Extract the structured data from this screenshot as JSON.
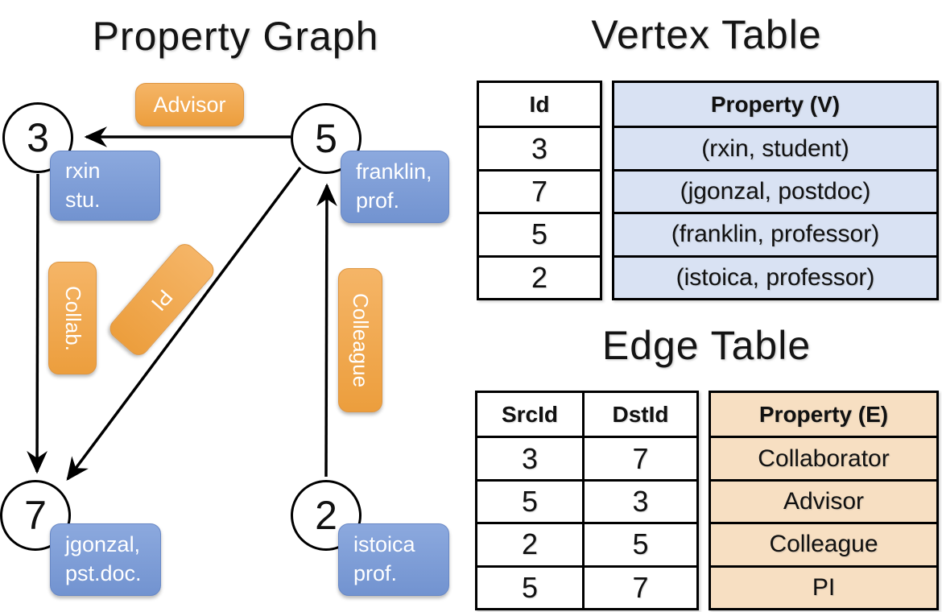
{
  "titles": {
    "property_graph": "Property Graph",
    "vertex_table": "Vertex Table",
    "edge_table": "Edge Table"
  },
  "graph": {
    "nodes": [
      {
        "id": "3",
        "label_line1": "rxin",
        "label_line2": "stu."
      },
      {
        "id": "5",
        "label_line1": "franklin,",
        "label_line2": "prof."
      },
      {
        "id": "7",
        "label_line1": "jgonzal,",
        "label_line2": "pst.doc."
      },
      {
        "id": "2",
        "label_line1": "istoica",
        "label_line2": "prof."
      }
    ],
    "edge_labels": {
      "advisor": "Advisor",
      "collab": "Collab.",
      "pi": "PI",
      "colleague": "Colleague"
    }
  },
  "vertex_table": {
    "headers": {
      "id": "Id",
      "property": "Property (V)"
    },
    "rows": [
      {
        "id": "3",
        "property": "(rxin, student)"
      },
      {
        "id": "7",
        "property": "(jgonzal, postdoc)"
      },
      {
        "id": "5",
        "property": "(franklin, professor)"
      },
      {
        "id": "2",
        "property": "(istoica, professor)"
      }
    ]
  },
  "edge_table": {
    "headers": {
      "src": "SrcId",
      "dst": "DstId",
      "property": "Property (E)"
    },
    "rows": [
      {
        "src": "3",
        "dst": "7",
        "property": "Collaborator"
      },
      {
        "src": "5",
        "dst": "3",
        "property": "Advisor"
      },
      {
        "src": "2",
        "dst": "5",
        "property": "Colleague"
      },
      {
        "src": "5",
        "dst": "7",
        "property": "PI"
      }
    ]
  },
  "colors": {
    "edge_pill_fill": "#F2A853",
    "vertex_pill_fill": "#7E9FD8",
    "vertex_table_fill": "#D9E2F3",
    "edge_table_fill": "#F7DFC2",
    "stroke": "#000000"
  }
}
